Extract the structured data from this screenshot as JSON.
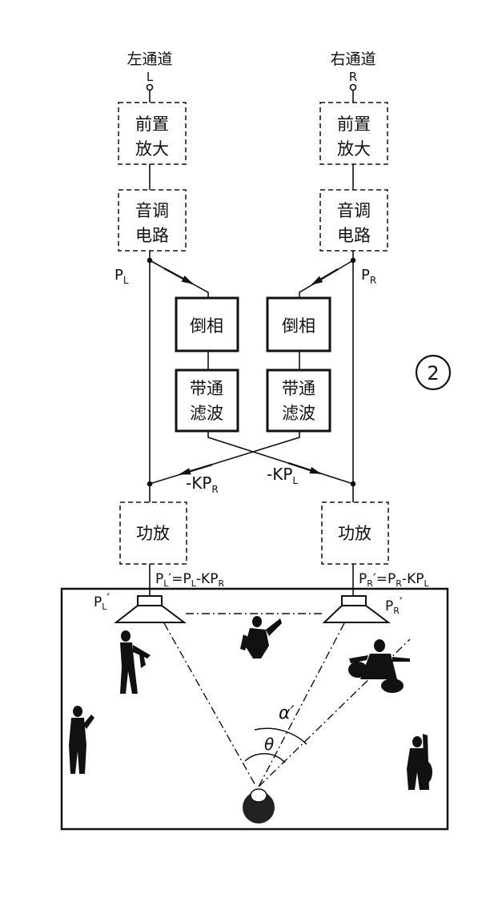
{
  "figure_number": "②",
  "left_channel": {
    "title": "左通道",
    "terminal": "L",
    "preamp": [
      "前置",
      "放大"
    ],
    "tone": [
      "音调",
      "电路"
    ],
    "node": "P",
    "node_sub": "L",
    "inverter": "倒相",
    "bandpass": [
      "带通",
      "滤波"
    ],
    "crossfeed": "-KP",
    "crossfeed_sub": "R",
    "amp": "功放",
    "output_formula": [
      "P",
      "L",
      "′=P",
      "L",
      "-KP",
      "R"
    ],
    "speaker": [
      "P",
      "L",
      "′"
    ]
  },
  "right_channel": {
    "title": "右通道",
    "terminal": "R",
    "preamp": [
      "前置",
      "放大"
    ],
    "tone": [
      "音调",
      "电路"
    ],
    "node": "P",
    "node_sub": "R",
    "inverter": "倒相",
    "bandpass": [
      "带通",
      "滤波"
    ],
    "crossfeed": "-KP",
    "crossfeed_sub": "L",
    "amp": "功放",
    "output_formula": [
      "P",
      "R",
      "′=P",
      "R",
      "-KP",
      "L"
    ],
    "speaker": [
      "P",
      "R",
      "′"
    ]
  },
  "angles": {
    "wide": "α′",
    "narrow": "θ"
  },
  "colors": {
    "ink": "#111111",
    "paper": "#ffffff"
  }
}
